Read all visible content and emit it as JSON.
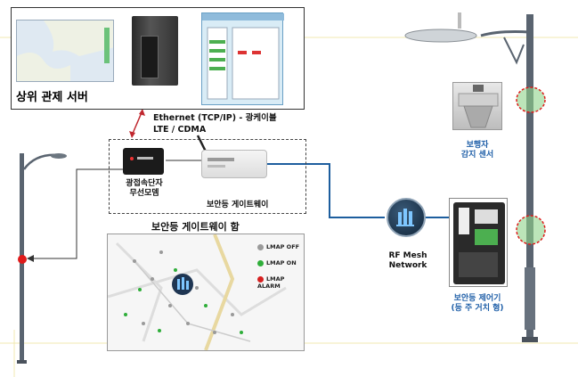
{
  "server": {
    "label": "상위 관제 서버"
  },
  "link": {
    "line1": "Ethernet (TCP/IP) - 광케이블",
    "line2": "LTE / CDMA"
  },
  "modem": {
    "line1": "광접속단자",
    "line2": "무선모뎀"
  },
  "gateway": {
    "label": "보안등 게이트웨이"
  },
  "gateway_map": {
    "title": "보안등 게이트웨이 함",
    "legend": [
      {
        "label": "LMAP OFF",
        "color": "#9a9a9a"
      },
      {
        "label": "LMAP ON",
        "color": "#2fae3a"
      },
      {
        "label": "LMAP ALARM",
        "color": "#d62020"
      }
    ]
  },
  "rf": {
    "line1": "RF Mesh",
    "line2": "Network"
  },
  "sensor": {
    "line1": "보행자",
    "line2": "감지 센서"
  },
  "controller": {
    "line1": "보안등 제어기",
    "line2": "(등 주 거치 형)"
  },
  "colors": {
    "link_red": "#c0282f",
    "blue_line": "#1d5e9e",
    "pole": "#5a6470",
    "highlight_green": "#8fd48a"
  }
}
